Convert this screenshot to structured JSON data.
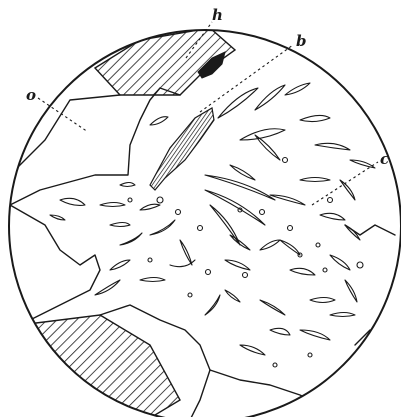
{
  "labels": {
    "h": "h",
    "b": "b",
    "o": "o",
    "c": "c"
  },
  "style": {
    "ink": "#1a1a1a",
    "paper": "#ffffff"
  }
}
